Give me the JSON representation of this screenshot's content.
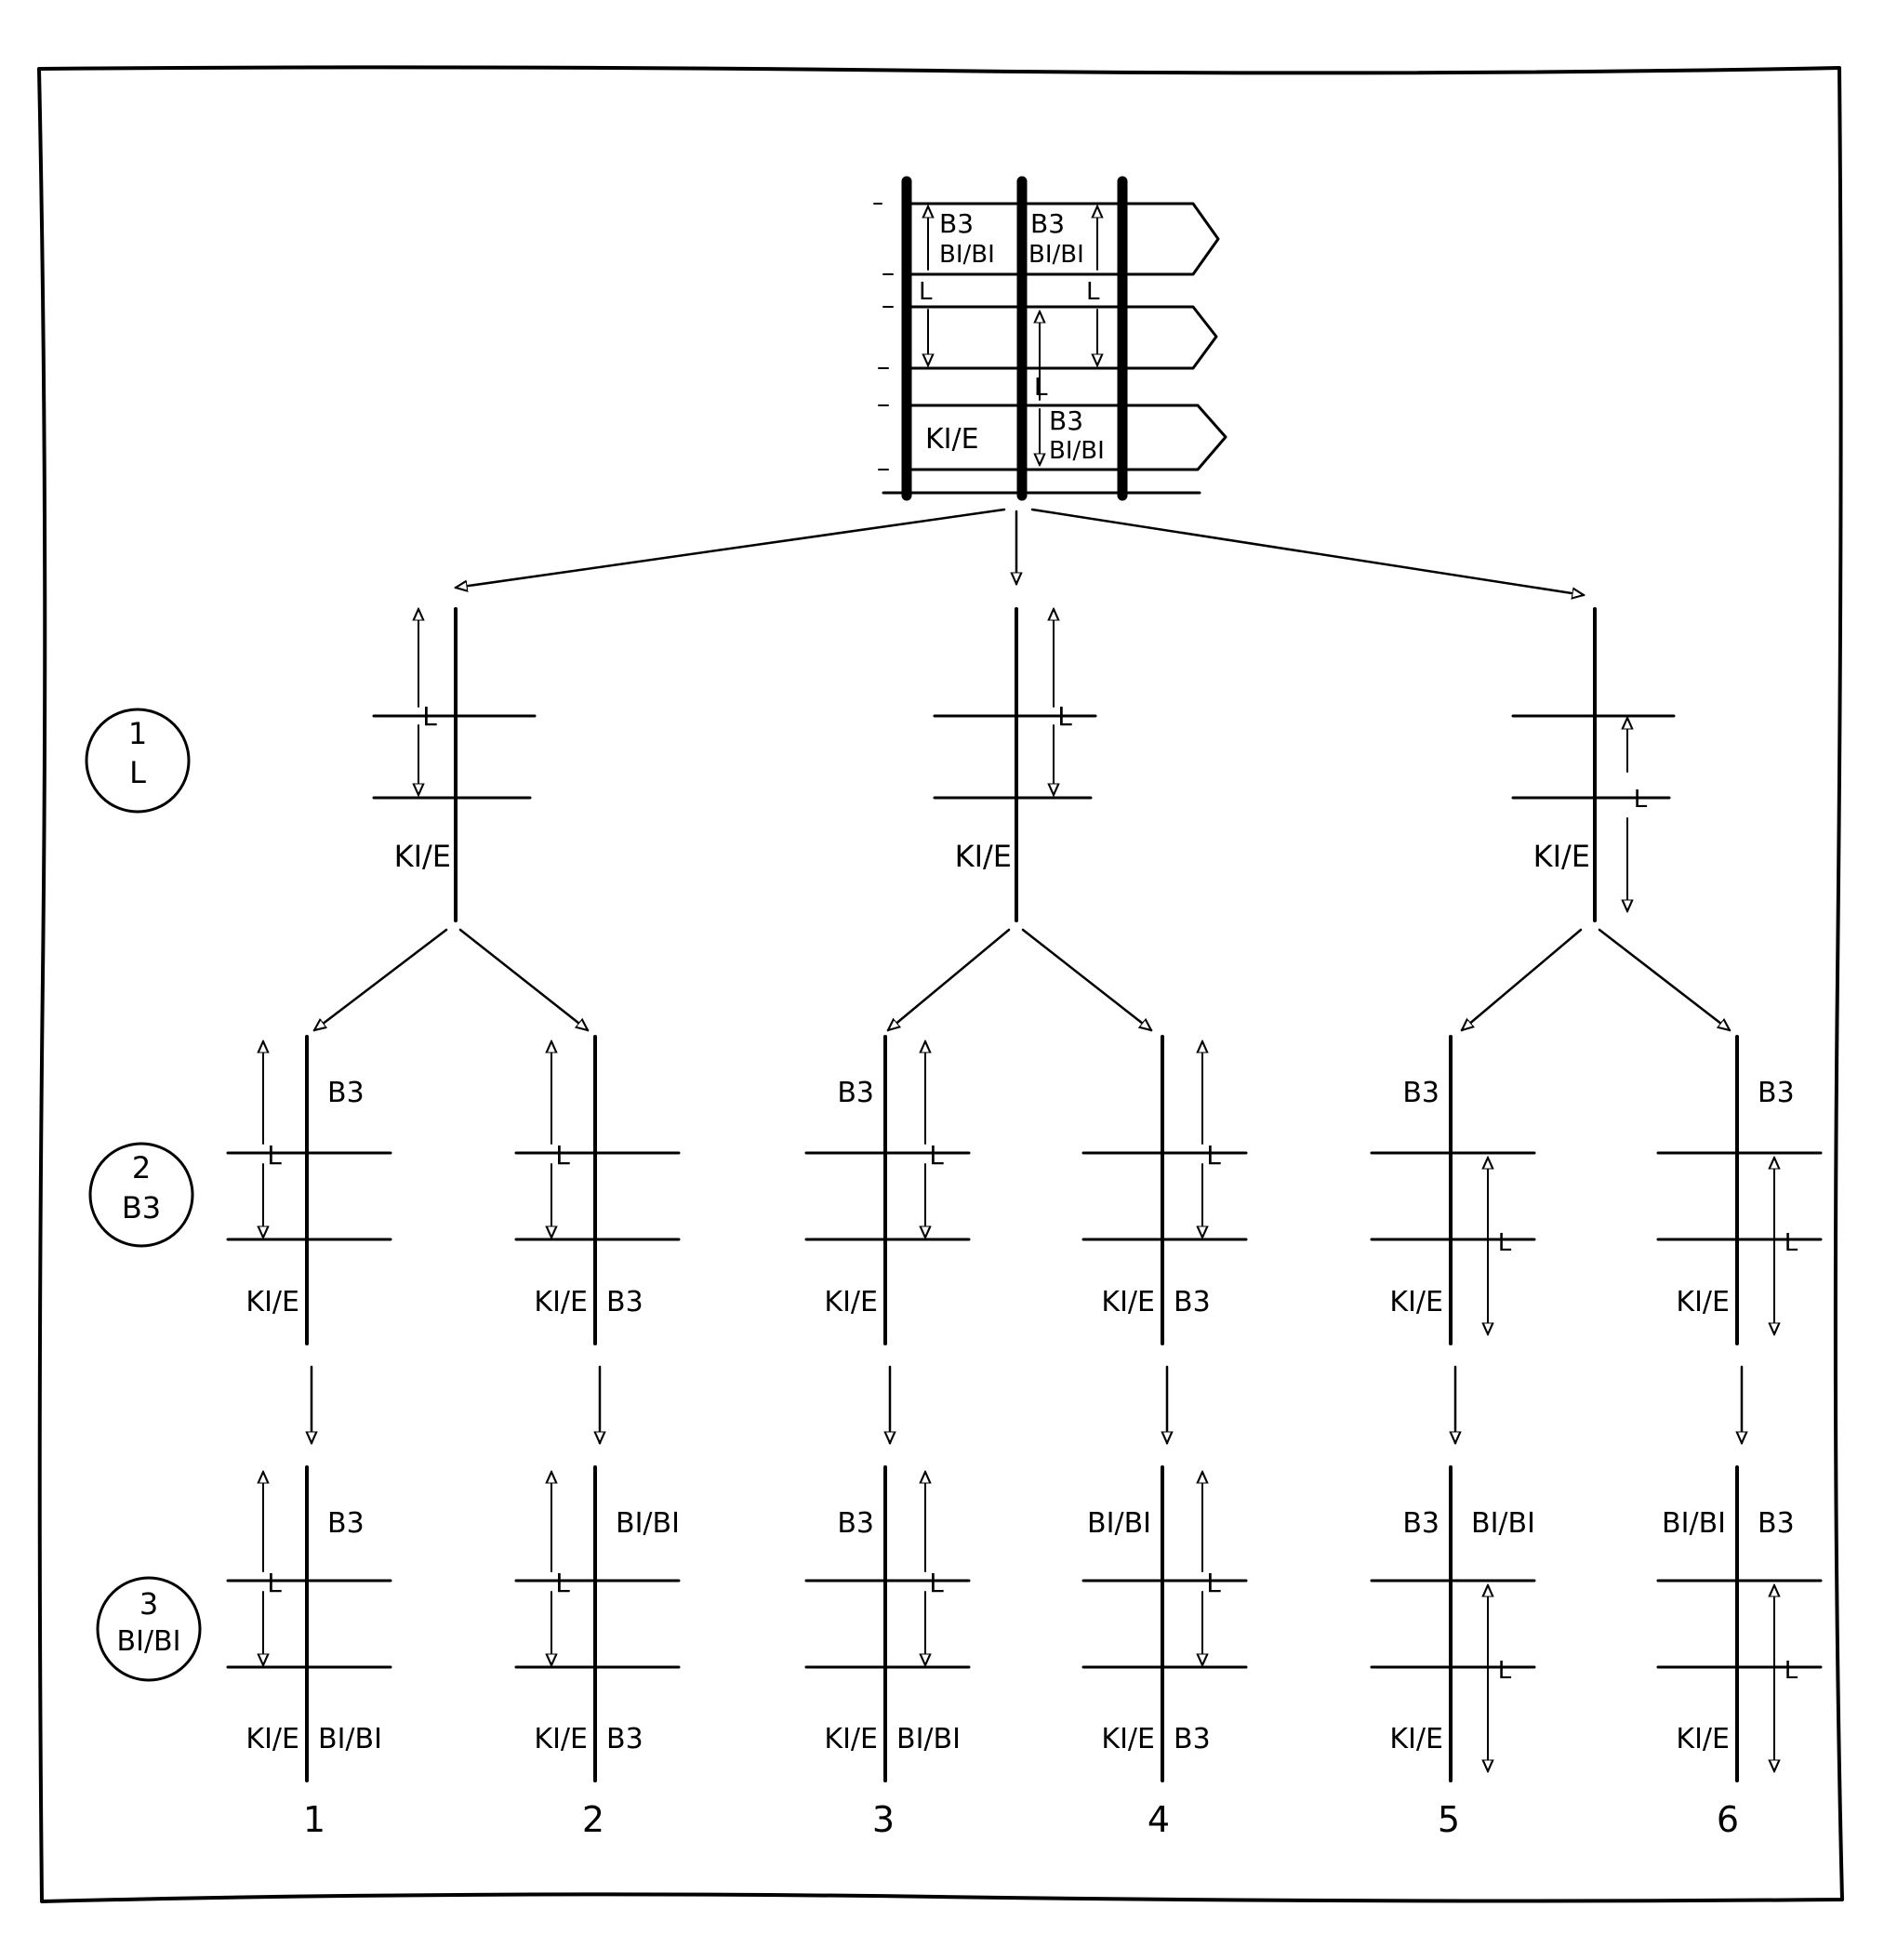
{
  "colors": {
    "ink": "#000000",
    "paper": "#ffffff"
  },
  "top_plan": {
    "cells": [
      "B3",
      "BI/BI",
      "B3",
      "BI/BI",
      "L",
      "L",
      "L",
      "KI/E",
      "B3",
      "BI/BI"
    ]
  },
  "steps": [
    {
      "number": "1",
      "label": "L"
    },
    {
      "number": "2",
      "label": "B3"
    },
    {
      "number": "3",
      "label": "BI/BI"
    }
  ],
  "level1": [
    {
      "room": "L",
      "bottom_left": "KI/E"
    },
    {
      "room": "L",
      "bottom_left": "KI/E"
    },
    {
      "room": "L",
      "bottom_left": "KI/E"
    }
  ],
  "level2": [
    {
      "room": "L",
      "top_left": "",
      "top_right": "B3",
      "bottom_left": "KI/E",
      "bottom_right": ""
    },
    {
      "room": "L",
      "top_left": "",
      "top_right": "",
      "bottom_left": "KI/E",
      "bottom_right": "B3"
    },
    {
      "room": "L",
      "top_left": "B3",
      "top_right": "",
      "bottom_left": "KI/E",
      "bottom_right": ""
    },
    {
      "room": "L",
      "top_left": "",
      "top_right": "",
      "bottom_left": "KI/E",
      "bottom_right": "B3"
    },
    {
      "room": "L",
      "top_left": "B3",
      "top_right": "",
      "bottom_left": "KI/E",
      "bottom_right": ""
    },
    {
      "room": "L",
      "top_left": "",
      "top_right": "B3",
      "bottom_left": "KI/E",
      "bottom_right": ""
    }
  ],
  "level3": [
    {
      "room": "L",
      "top_left": "",
      "top_right": "B3",
      "bottom_left": "KI/E",
      "bottom_right": "BI/BI"
    },
    {
      "room": "L",
      "top_left": "",
      "top_right": "BI/BI",
      "bottom_left": "KI/E",
      "bottom_right": "B3"
    },
    {
      "room": "L",
      "top_left": "B3",
      "top_right": "",
      "bottom_left": "KI/E",
      "bottom_right": "BI/BI"
    },
    {
      "room": "L",
      "top_left": "BI/BI",
      "top_right": "",
      "bottom_left": "KI/E",
      "bottom_right": "B3"
    },
    {
      "room": "L",
      "top_left": "B3",
      "top_right": "BI/BI",
      "bottom_left": "KI/E",
      "bottom_right": ""
    },
    {
      "room": "L",
      "top_left": "BI/BI",
      "top_right": "B3",
      "bottom_left": "KI/E",
      "bottom_right": ""
    }
  ],
  "variant_numbers": [
    "1",
    "2",
    "3",
    "4",
    "5",
    "6"
  ]
}
